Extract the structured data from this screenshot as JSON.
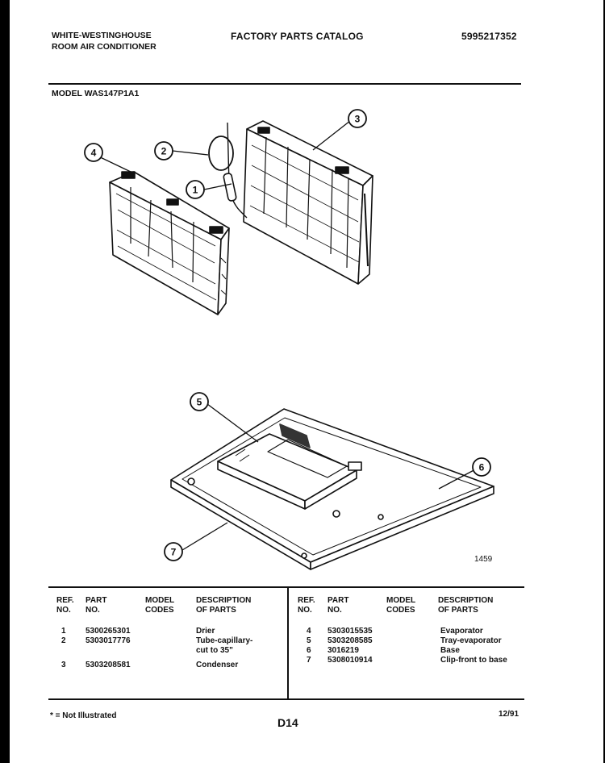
{
  "header": {
    "brand_line1": "WHITE-WESTINGHOUSE",
    "brand_line2": "ROOM AIR CONDITIONER",
    "catalog": "FACTORY PARTS CATALOG",
    "catalog_number": "5995217352",
    "model": "MODEL WAS147P1A1"
  },
  "diagram": {
    "callouts": [
      "1",
      "2",
      "3",
      "4",
      "5",
      "6",
      "7"
    ],
    "figure_number": "1459"
  },
  "table": {
    "headers": {
      "ref_no": [
        "REF.",
        "NO."
      ],
      "part_no": [
        "PART",
        "NO."
      ],
      "model_codes": [
        "MODEL",
        "CODES"
      ],
      "description": [
        "DESCRIPTION",
        "OF PARTS"
      ]
    },
    "left_rows": [
      {
        "ref": "1",
        "part": "5300265301",
        "codes": "",
        "desc": [
          "Drier"
        ]
      },
      {
        "ref": "2",
        "part": "5303017776",
        "codes": "",
        "desc": [
          "Tube-capillary-",
          "cut to 35\""
        ]
      },
      {
        "ref": "3",
        "part": "5303208581",
        "codes": "",
        "desc": [
          "Condenser"
        ]
      }
    ],
    "right_rows": [
      {
        "ref": "4",
        "part": "5303015535",
        "codes": "",
        "desc": [
          "Evaporator"
        ]
      },
      {
        "ref": "5",
        "part": "5303208585",
        "codes": "",
        "desc": [
          "Tray-evaporator"
        ]
      },
      {
        "ref": "6",
        "part": "3016219",
        "codes": "",
        "desc": [
          "Base"
        ]
      },
      {
        "ref": "7",
        "part": "5308010914",
        "codes": "",
        "desc": [
          "Clip-front to base"
        ]
      }
    ]
  },
  "footer": {
    "note": "* = Not Illustrated",
    "page": "D14",
    "date": "12/91"
  }
}
